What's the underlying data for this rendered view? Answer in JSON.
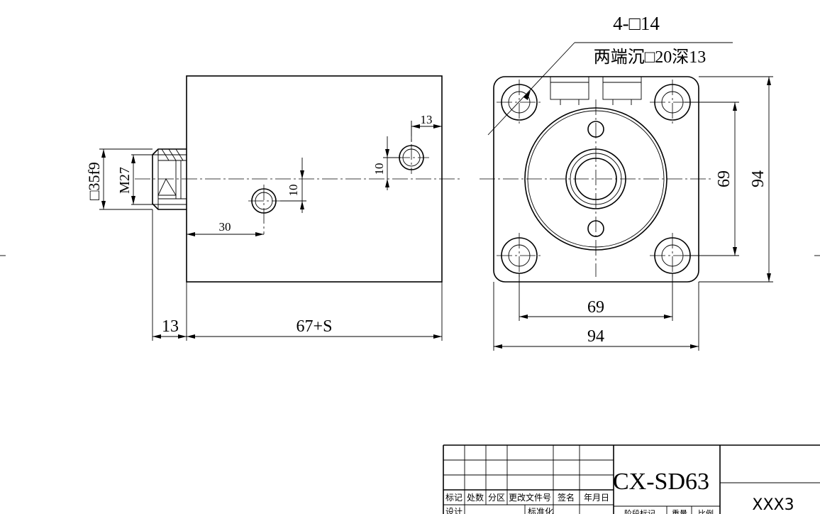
{
  "side_view": {
    "shaft_square_label": "□35f9",
    "thread_label": "M27",
    "port_offset_label": "30",
    "port_height_label_left": "10",
    "port_height_label_right": "10",
    "port_spacing_label": "13",
    "shaft_length_label": "13",
    "body_length_label": "67+S"
  },
  "end_view": {
    "hole_spec": "4-□14",
    "counterbore_note": "两端沉□20深13",
    "hole_spacing_horizontal": "69",
    "width_label": "94",
    "hole_spacing_vertical": "69",
    "height_label": "94"
  },
  "title_block": {
    "drawing_number": "CX-SD63",
    "part_code": "XXX3",
    "header_cells": [
      "标记",
      "处数",
      "分区",
      "更改文件号",
      "签名",
      "年月日"
    ],
    "row2_cells": [
      "设计",
      "标准化"
    ],
    "row2_right_cells": [
      "阶段标记",
      "重量",
      "比例"
    ]
  }
}
